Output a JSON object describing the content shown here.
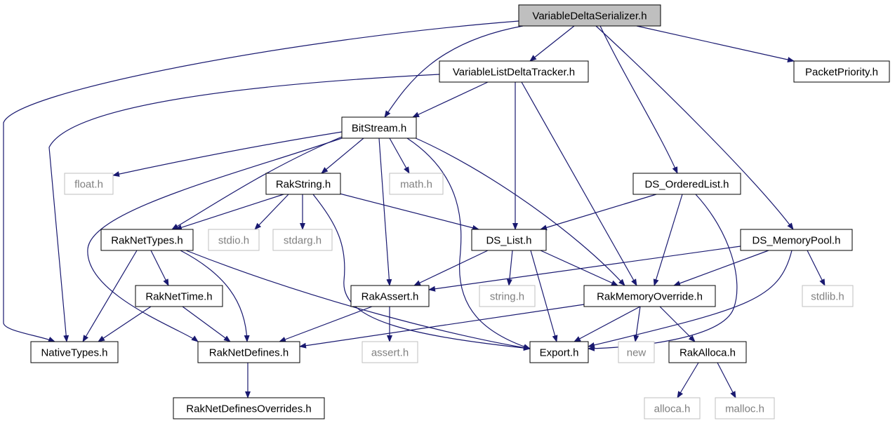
{
  "colors": {
    "edge": "#191970",
    "node_border": "#000000",
    "node_external_border": "#bfbfbf",
    "node_external_text": "#808080",
    "root_fill": "#bfbfbf",
    "text": "#000000"
  },
  "nodes": [
    {
      "id": "VariableDeltaSerializer",
      "label": "VariableDeltaSerializer.h",
      "kind": "root"
    },
    {
      "id": "VariableListDeltaTracker",
      "label": "VariableListDeltaTracker.h",
      "kind": "normal"
    },
    {
      "id": "PacketPriority",
      "label": "PacketPriority.h",
      "kind": "normal"
    },
    {
      "id": "BitStream",
      "label": "BitStream.h",
      "kind": "normal"
    },
    {
      "id": "float",
      "label": "float.h",
      "kind": "external"
    },
    {
      "id": "RakString",
      "label": "RakString.h",
      "kind": "normal"
    },
    {
      "id": "math",
      "label": "math.h",
      "kind": "external"
    },
    {
      "id": "DS_OrderedList",
      "label": "DS_OrderedList.h",
      "kind": "normal"
    },
    {
      "id": "RakNetTypes",
      "label": "RakNetTypes.h",
      "kind": "normal"
    },
    {
      "id": "stdio",
      "label": "stdio.h",
      "kind": "external"
    },
    {
      "id": "stdarg",
      "label": "stdarg.h",
      "kind": "external"
    },
    {
      "id": "DS_List",
      "label": "DS_List.h",
      "kind": "normal"
    },
    {
      "id": "DS_MemoryPool",
      "label": "DS_MemoryPool.h",
      "kind": "normal"
    },
    {
      "id": "RakNetTime",
      "label": "RakNetTime.h",
      "kind": "normal"
    },
    {
      "id": "RakAssert",
      "label": "RakAssert.h",
      "kind": "normal"
    },
    {
      "id": "string",
      "label": "string.h",
      "kind": "external"
    },
    {
      "id": "RakMemoryOverride",
      "label": "RakMemoryOverride.h",
      "kind": "normal"
    },
    {
      "id": "stdlib",
      "label": "stdlib.h",
      "kind": "external"
    },
    {
      "id": "NativeTypes",
      "label": "NativeTypes.h",
      "kind": "normal"
    },
    {
      "id": "RakNetDefines",
      "label": "RakNetDefines.h",
      "kind": "normal"
    },
    {
      "id": "assert",
      "label": "assert.h",
      "kind": "external"
    },
    {
      "id": "Export",
      "label": "Export.h",
      "kind": "normal"
    },
    {
      "id": "new",
      "label": "new",
      "kind": "external"
    },
    {
      "id": "RakAlloca",
      "label": "RakAlloca.h",
      "kind": "normal"
    },
    {
      "id": "RakNetDefinesOverrides",
      "label": "RakNetDefinesOverrides.h",
      "kind": "normal"
    },
    {
      "id": "alloca",
      "label": "alloca.h",
      "kind": "external"
    },
    {
      "id": "malloc",
      "label": "malloc.h",
      "kind": "external"
    }
  ],
  "edges": [
    {
      "from": "VariableDeltaSerializer",
      "to": "NativeTypes"
    },
    {
      "from": "VariableDeltaSerializer",
      "to": "BitStream"
    },
    {
      "from": "VariableDeltaSerializer",
      "to": "VariableListDeltaTracker"
    },
    {
      "from": "VariableDeltaSerializer",
      "to": "DS_OrderedList"
    },
    {
      "from": "VariableDeltaSerializer",
      "to": "DS_MemoryPool"
    },
    {
      "from": "VariableDeltaSerializer",
      "to": "PacketPriority"
    },
    {
      "from": "VariableListDeltaTracker",
      "to": "NativeTypes"
    },
    {
      "from": "VariableListDeltaTracker",
      "to": "BitStream"
    },
    {
      "from": "VariableListDeltaTracker",
      "to": "DS_List"
    },
    {
      "from": "VariableListDeltaTracker",
      "to": "RakMemoryOverride"
    },
    {
      "from": "BitStream",
      "to": "float"
    },
    {
      "from": "BitStream",
      "to": "RakNetTypes"
    },
    {
      "from": "BitStream",
      "to": "RakNetDefines"
    },
    {
      "from": "BitStream",
      "to": "RakString"
    },
    {
      "from": "BitStream",
      "to": "RakAssert"
    },
    {
      "from": "BitStream",
      "to": "math"
    },
    {
      "from": "BitStream",
      "to": "Export"
    },
    {
      "from": "BitStream",
      "to": "RakMemoryOverride"
    },
    {
      "from": "RakString",
      "to": "RakNetTypes"
    },
    {
      "from": "RakString",
      "to": "stdio"
    },
    {
      "from": "RakString",
      "to": "stdarg"
    },
    {
      "from": "RakString",
      "to": "DS_List"
    },
    {
      "from": "RakString",
      "to": "Export"
    },
    {
      "from": "DS_OrderedList",
      "to": "DS_List"
    },
    {
      "from": "DS_OrderedList",
      "to": "RakMemoryOverride"
    },
    {
      "from": "DS_OrderedList",
      "to": "Export"
    },
    {
      "from": "RakNetTypes",
      "to": "RakNetTime"
    },
    {
      "from": "RakNetTypes",
      "to": "NativeTypes"
    },
    {
      "from": "RakNetTypes",
      "to": "RakNetDefines"
    },
    {
      "from": "RakNetTypes",
      "to": "Export"
    },
    {
      "from": "RakNetTime",
      "to": "NativeTypes"
    },
    {
      "from": "RakNetTime",
      "to": "RakNetDefines"
    },
    {
      "from": "DS_List",
      "to": "RakAssert"
    },
    {
      "from": "DS_List",
      "to": "string"
    },
    {
      "from": "DS_List",
      "to": "Export"
    },
    {
      "from": "DS_List",
      "to": "RakMemoryOverride"
    },
    {
      "from": "DS_MemoryPool",
      "to": "RakAssert"
    },
    {
      "from": "DS_MemoryPool",
      "to": "RakMemoryOverride"
    },
    {
      "from": "DS_MemoryPool",
      "to": "stdlib"
    },
    {
      "from": "DS_MemoryPool",
      "to": "Export"
    },
    {
      "from": "RakAssert",
      "to": "RakNetDefines"
    },
    {
      "from": "RakAssert",
      "to": "assert"
    },
    {
      "from": "RakMemoryOverride",
      "to": "RakNetDefines"
    },
    {
      "from": "RakMemoryOverride",
      "to": "Export"
    },
    {
      "from": "RakMemoryOverride",
      "to": "new"
    },
    {
      "from": "RakMemoryOverride",
      "to": "RakAlloca"
    },
    {
      "from": "RakNetDefines",
      "to": "RakNetDefinesOverrides"
    },
    {
      "from": "RakAlloca",
      "to": "alloca"
    },
    {
      "from": "RakAlloca",
      "to": "malloc"
    }
  ]
}
